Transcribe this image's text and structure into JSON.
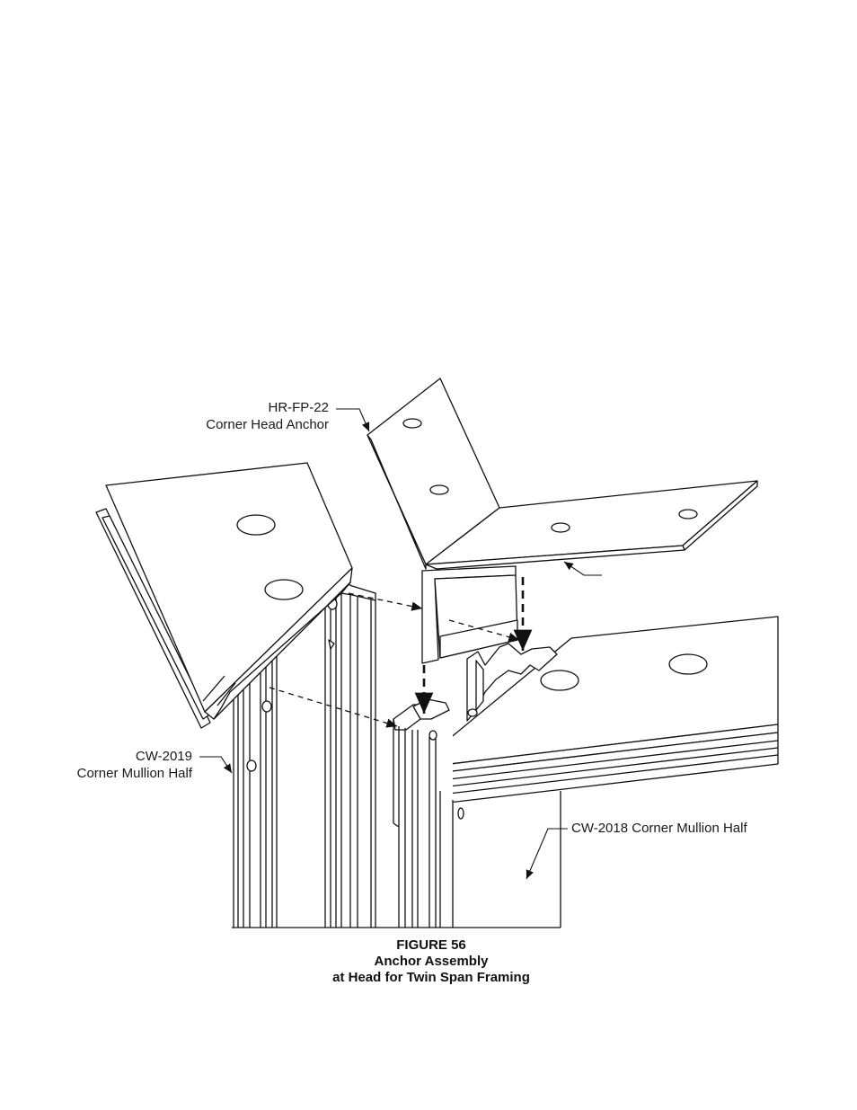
{
  "callouts": {
    "anchor": {
      "part": "HR-FP-22",
      "description": "Corner  Head Anchor"
    },
    "mullion_left": {
      "part": "CW-2019",
      "description": "Corner Mullion Half"
    },
    "mullion_right": {
      "text": "CW-2018 Corner Mullion Half"
    }
  },
  "caption": {
    "line1": "FIGURE  56",
    "line2": "Anchor  Assembly",
    "line3": "at Head for Twin Span Framing"
  },
  "colors": {
    "line": "#111111",
    "fill": "#ffffff"
  }
}
